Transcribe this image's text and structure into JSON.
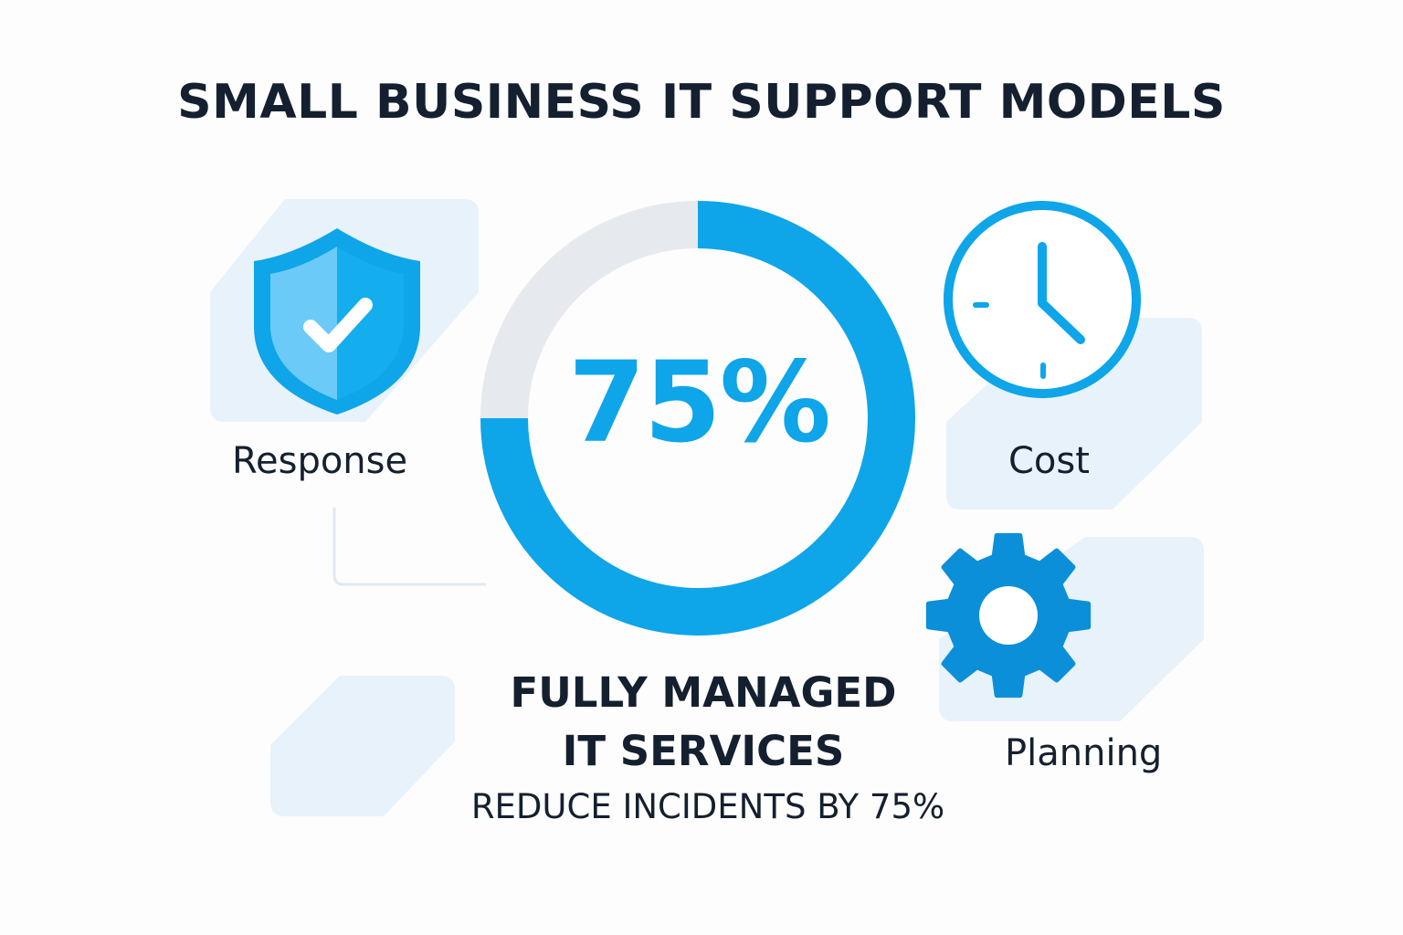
{
  "title": "SMALL BUSINESS IT SUPPORT MODELS",
  "center": {
    "value_text": "75%",
    "value_fraction": 0.75,
    "headline_line1": "FULLY MANAGED",
    "headline_line2": "IT SERVICES",
    "subline": "REDUCE INCIDENTS BY 75%"
  },
  "features": [
    {
      "label": "Response",
      "icon": "shield-check-icon"
    },
    {
      "label": "Cost",
      "icon": "clock-icon"
    },
    {
      "label": "Planning",
      "icon": "gear-icon"
    }
  ],
  "colors": {
    "accent": "#0ea5e9",
    "accent_dark": "#0b8fd8",
    "ring_track": "#e6eaee",
    "panel": "#e8f2fb",
    "text": "#14202f"
  }
}
